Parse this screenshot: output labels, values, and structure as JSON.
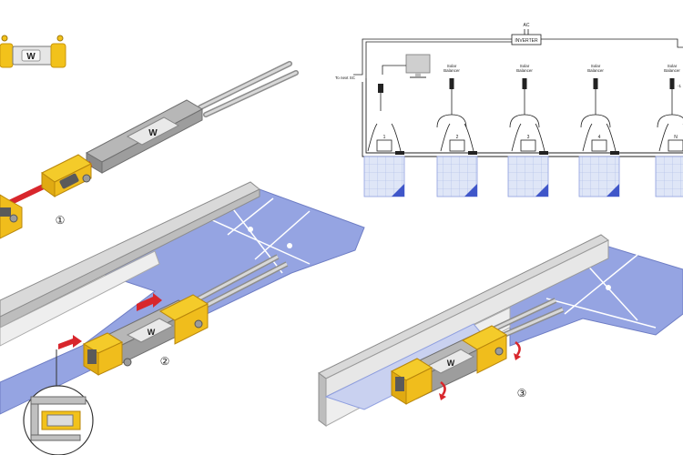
{
  "product": {
    "logo_text": "W"
  },
  "steps": [
    {
      "label": "①"
    },
    {
      "label": "②"
    },
    {
      "label": "③"
    }
  ],
  "wiring": {
    "ac_label": "AC",
    "inverter_label": "INVERTER",
    "to_next_sc_label": "To next SC",
    "balancer_label_line1": "Solar",
    "balancer_label_line2": "Balancer",
    "panel_numbers": [
      "1",
      "2",
      "3",
      "4",
      "N"
    ],
    "balancer_count": 4,
    "last_balancer_suffix": "-1"
  },
  "colors": {
    "housing_yellow": "#f2c21b",
    "housing_shadow": "#d9a20f",
    "body_gray": "#9a9a9a",
    "arrow_red": "#d8262c",
    "panel_blue": "#8f9fe0",
    "rail_gray": "#c9c9c9"
  }
}
